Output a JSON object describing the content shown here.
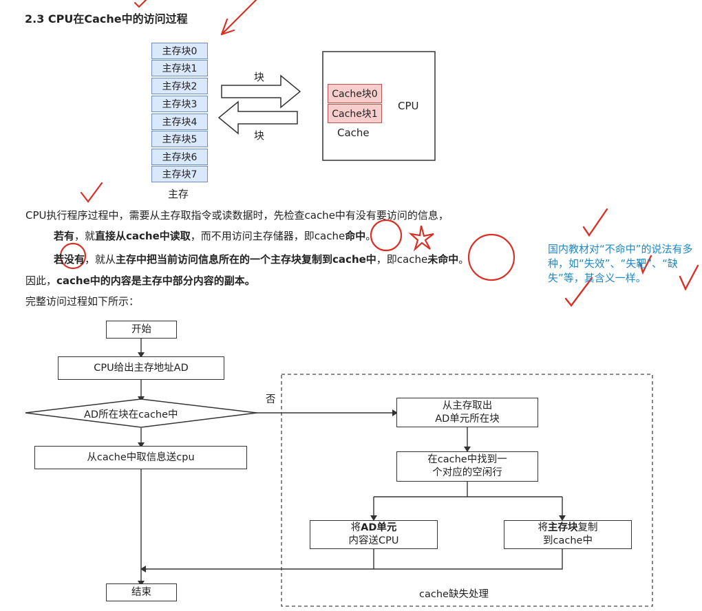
{
  "heading": "2.3 CPU在Cache中的访问过程",
  "memory": {
    "blocks": [
      "主存块0",
      "主存块1",
      "主存块2",
      "主存块3",
      "主存块4",
      "主存块5",
      "主存块6",
      "主存块7"
    ],
    "label": "主存"
  },
  "arrows": {
    "top_label": "块",
    "bottom_label": "块"
  },
  "cpu_box": {
    "cache_blocks": [
      "Cache块0",
      "Cache块1"
    ],
    "cache_label": "Cache",
    "cpu_label": "CPU"
  },
  "text": {
    "line1": "CPU执行程序过程中，需要从主存取指令或读数据时，先检查cache中有没有要访问的信息，",
    "line2_a": "若有",
    "line2_b": "，就",
    "line2_c": "直接从cache中读取",
    "line2_d": "，而不用访问主存储器，即cache",
    "line2_e": "命中",
    "line2_f": "。",
    "line3_a": "若没有",
    "line3_b": "，就从",
    "line3_c": "主存中把当前访问信息所在的一个主存块复制到cache中",
    "line3_d": "，即cache",
    "line3_e": "未命中",
    "line3_f": "。",
    "line4_a": "因此，",
    "line4_b": "cache中的内容是主存中部分内容的副本。",
    "line5": "完整访问过程如下所示："
  },
  "note": "国内教材对“不命中”的说法有多种，如“失效”、“失靶”、“缺失”等，其含义一样。",
  "flow": {
    "start": "开始",
    "step1": "CPU给出主存地址AD",
    "decision": "AD所在块在cache中",
    "no_label": "否",
    "hit_step": "从cache中取信息送cpu",
    "miss1_a": "从主存取出",
    "miss1_b": "AD单元所在块",
    "miss2_a": "在cache中找到一",
    "miss2_b": "个对应的空闲行",
    "left_a1": "将",
    "left_a2": "AD单元",
    "left_b": "内容送CPU",
    "right_a1": "将",
    "right_a2": "主存块",
    "right_a3": "复制",
    "right_b": "到cache中",
    "end": "结束",
    "miss_region_label": "cache缺失处理"
  },
  "colors": {
    "memory_fill": "#dae8fc",
    "memory_border": "#6c8ebf",
    "cache_fill": "#f8cecc",
    "cache_border": "#b85450",
    "annotation_red": "#d93025",
    "note_blue": "#1e88c8"
  }
}
